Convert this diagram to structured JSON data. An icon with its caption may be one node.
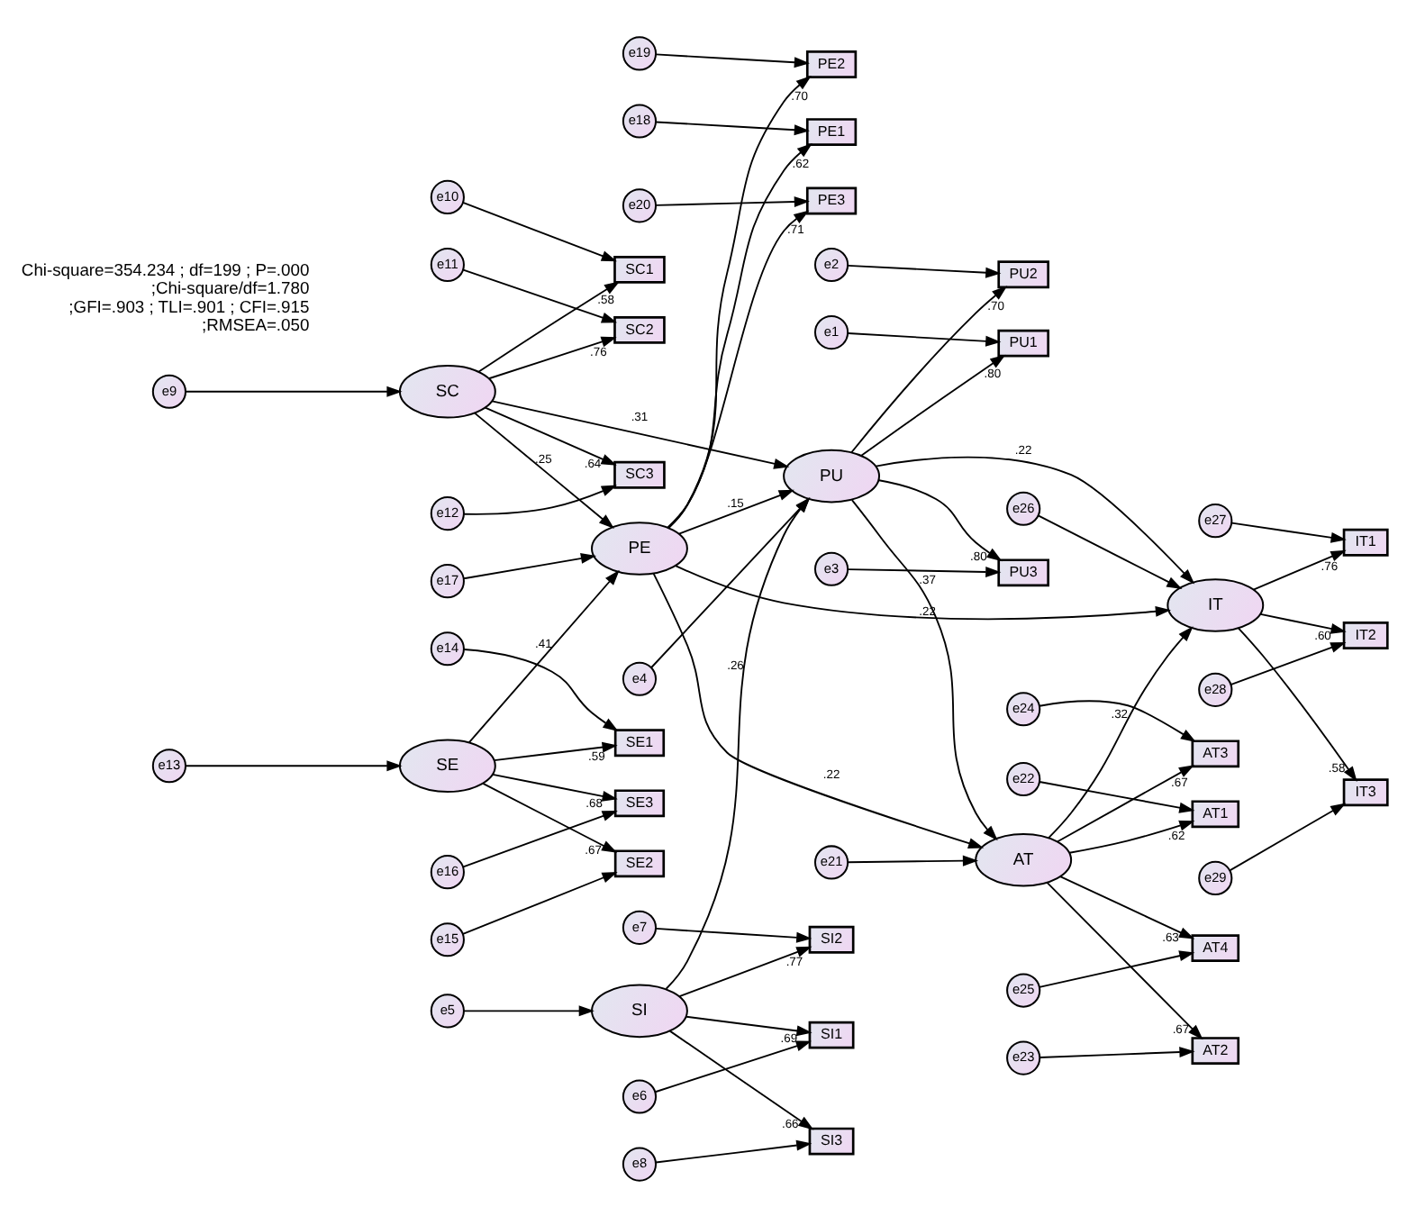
{
  "diagram": {
    "nodes": [
      {
        "text": [
          "SI"
        ]
      },
      {
        "text": [
          "PU"
        ]
      },
      {
        "text": [
          "SC"
        ]
      },
      {
        "text": [
          "AT"
        ]
      },
      {
        "text": [
          "IT"
        ]
      },
      {
        "text": [
          "SE"
        ]
      },
      {
        "text": [
          "PE"
        ]
      },
      {
        "text": [
          "SI1"
        ]
      },
      {
        "text": [
          "SI2"
        ]
      },
      {
        "text": [
          "SI3"
        ]
      },
      {
        "text": [
          "PU1"
        ]
      },
      {
        "text": [
          "PU2"
        ]
      },
      {
        "text": [
          "PU3"
        ]
      },
      {
        "text": [
          "SC1"
        ]
      },
      {
        "text": [
          "SC2"
        ]
      },
      {
        "text": [
          "SC3"
        ]
      },
      {
        "text": [
          "IT1"
        ]
      },
      {
        "text": [
          "IT2"
        ]
      },
      {
        "text": [
          "IT3"
        ]
      },
      {
        "text": [
          "SE1"
        ]
      },
      {
        "text": [
          "SE2"
        ]
      },
      {
        "text": [
          "SE3"
        ]
      },
      {
        "text": [
          "PE1"
        ]
      },
      {
        "text": [
          "PE2"
        ]
      },
      {
        "text": [
          "PE3"
        ]
      },
      {
        "text": [
          "AT1"
        ]
      },
      {
        "text": [
          "AT2"
        ]
      },
      {
        "text": [
          "AT3"
        ]
      },
      {
        "text": [
          "AT4"
        ]
      },
      {
        "text": [
          "e1"
        ]
      },
      {
        "text": [
          "e2"
        ]
      },
      {
        "text": [
          "e3"
        ]
      },
      {
        "text": [
          "e4"
        ]
      },
      {
        "text": [
          "e5"
        ]
      },
      {
        "text": [
          "e6"
        ]
      },
      {
        "text": [
          "e7"
        ]
      },
      {
        "text": [
          "e8"
        ]
      },
      {
        "text": [
          "e9"
        ]
      },
      {
        "text": [
          "e10"
        ]
      },
      {
        "text": [
          "e11"
        ]
      },
      {
        "text": [
          "e12"
        ]
      },
      {
        "text": [
          "e13"
        ]
      },
      {
        "text": [
          "e14"
        ]
      },
      {
        "text": [
          "e15"
        ]
      },
      {
        "text": [
          "e16"
        ]
      },
      {
        "text": [
          "e17"
        ]
      },
      {
        "text": [
          "e18"
        ]
      },
      {
        "text": [
          "e19"
        ]
      },
      {
        "text": [
          "e20"
        ]
      },
      {
        "text": [
          "e21"
        ]
      },
      {
        "text": [
          "e22"
        ]
      },
      {
        "text": [
          "e23"
        ]
      },
      {
        "text": [
          "e24"
        ]
      },
      {
        "text": [
          "e25"
        ]
      },
      {
        "text": [
          "e26"
        ]
      },
      {
        "text": [
          "e27"
        ]
      },
      {
        "text": [
          "e28"
        ]
      },
      {
        "text": [
          "e29"
        ]
      }
    ],
    "edges": [
      {
        "from": 0,
        "to": 1,
        "arrow": "to",
        "label": ".26"
      },
      {
        "from": 2,
        "to": 1,
        "arrow": "to",
        "label": ".31"
      },
      {
        "from": 2,
        "to": 6,
        "arrow": "to",
        "label": ".25"
      },
      {
        "from": 6,
        "to": 1,
        "arrow": "to",
        "label": ".15"
      },
      {
        "from": 5,
        "to": 6,
        "arrow": "to",
        "label": ".41"
      },
      {
        "from": 1,
        "to": 3,
        "arrow": "to",
        "label": ".37"
      },
      {
        "from": 1,
        "to": 4,
        "arrow": "to",
        "label": ".22"
      },
      {
        "from": 6,
        "to": 3,
        "arrow": "to",
        "label": ".22"
      },
      {
        "from": 6,
        "to": 4,
        "arrow": "to",
        "label": ".22"
      },
      {
        "from": 3,
        "to": 4,
        "arrow": "to",
        "label": ".32"
      },
      {
        "from": 0,
        "to": 7,
        "arrow": "to",
        "label": ".69"
      },
      {
        "from": 0,
        "to": 8,
        "arrow": "to",
        "label": ".77"
      },
      {
        "from": 0,
        "to": 9,
        "arrow": "to",
        "label": ".66"
      },
      {
        "from": 1,
        "to": 10,
        "arrow": "to",
        "label": ".80"
      },
      {
        "from": 1,
        "to": 11,
        "arrow": "to",
        "label": ".70"
      },
      {
        "from": 1,
        "to": 12,
        "arrow": "to",
        "label": ".80"
      },
      {
        "from": 2,
        "to": 13,
        "arrow": "to",
        "label": ".58"
      },
      {
        "from": 2,
        "to": 14,
        "arrow": "to",
        "label": ".76"
      },
      {
        "from": 2,
        "to": 15,
        "arrow": "to",
        "label": ".64"
      },
      {
        "from": 4,
        "to": 16,
        "arrow": "to",
        "label": ".76"
      },
      {
        "from": 4,
        "to": 17,
        "arrow": "to",
        "label": ".60"
      },
      {
        "from": 4,
        "to": 18,
        "arrow": "to",
        "label": ".58"
      },
      {
        "from": 5,
        "to": 19,
        "arrow": "to",
        "label": ".59"
      },
      {
        "from": 5,
        "to": 20,
        "arrow": "to",
        "label": ".67"
      },
      {
        "from": 5,
        "to": 21,
        "arrow": "to",
        "label": ".68"
      },
      {
        "from": 6,
        "to": 22,
        "arrow": "to",
        "label": ".62"
      },
      {
        "from": 6,
        "to": 23,
        "arrow": "to",
        "label": ".70"
      },
      {
        "from": 6,
        "to": 24,
        "arrow": "to",
        "label": ".71"
      },
      {
        "from": 3,
        "to": 25,
        "arrow": "to",
        "label": ".62"
      },
      {
        "from": 3,
        "to": 26,
        "arrow": "to",
        "label": ".67"
      },
      {
        "from": 3,
        "to": 27,
        "arrow": "to",
        "label": ".67"
      },
      {
        "from": 3,
        "to": 28,
        "arrow": "to",
        "label": ".63"
      },
      {
        "from": 29,
        "to": 10,
        "arrow": "to"
      },
      {
        "from": 30,
        "to": 11,
        "arrow": "to"
      },
      {
        "from": 31,
        "to": 12,
        "arrow": "to"
      },
      {
        "from": 32,
        "to": 1,
        "arrow": "to"
      },
      {
        "from": 33,
        "to": 0,
        "arrow": "to"
      },
      {
        "from": 34,
        "to": 7,
        "arrow": "to"
      },
      {
        "from": 35,
        "to": 8,
        "arrow": "to"
      },
      {
        "from": 36,
        "to": 9,
        "arrow": "to"
      },
      {
        "from": 37,
        "to": 2,
        "arrow": "to"
      },
      {
        "from": 38,
        "to": 13,
        "arrow": "to"
      },
      {
        "from": 39,
        "to": 14,
        "arrow": "to"
      },
      {
        "from": 40,
        "to": 15,
        "arrow": "to"
      },
      {
        "from": 41,
        "to": 5,
        "arrow": "to"
      },
      {
        "from": 42,
        "to": 19,
        "arrow": "to"
      },
      {
        "from": 43,
        "to": 20,
        "arrow": "to"
      },
      {
        "from": 44,
        "to": 21,
        "arrow": "to"
      },
      {
        "from": 45,
        "to": 6,
        "arrow": "to"
      },
      {
        "from": 46,
        "to": 22,
        "arrow": "to"
      },
      {
        "from": 47,
        "to": 23,
        "arrow": "to"
      },
      {
        "from": 48,
        "to": 24,
        "arrow": "to"
      },
      {
        "from": 49,
        "to": 3,
        "arrow": "to"
      },
      {
        "from": 50,
        "to": 25,
        "arrow": "to"
      },
      {
        "from": 51,
        "to": 26,
        "arrow": "to"
      },
      {
        "from": 52,
        "to": 27,
        "arrow": "to"
      },
      {
        "from": 53,
        "to": 28,
        "arrow": "to"
      },
      {
        "from": 54,
        "to": 4,
        "arrow": "to"
      },
      {
        "from": 55,
        "to": 16,
        "arrow": "to"
      },
      {
        "from": 56,
        "to": 17,
        "arrow": "to"
      },
      {
        "from": 57,
        "to": 18,
        "arrow": "to"
      }
    ],
    "labels": [
      "Chi-square=354.234 ; df=199 ; P=.000",
      ";Chi-square/df=1.780",
      ";GFI=.903 ; TLI=.901 ; CFI=.915",
      ";RMSEA=.050"
    ]
  }
}
